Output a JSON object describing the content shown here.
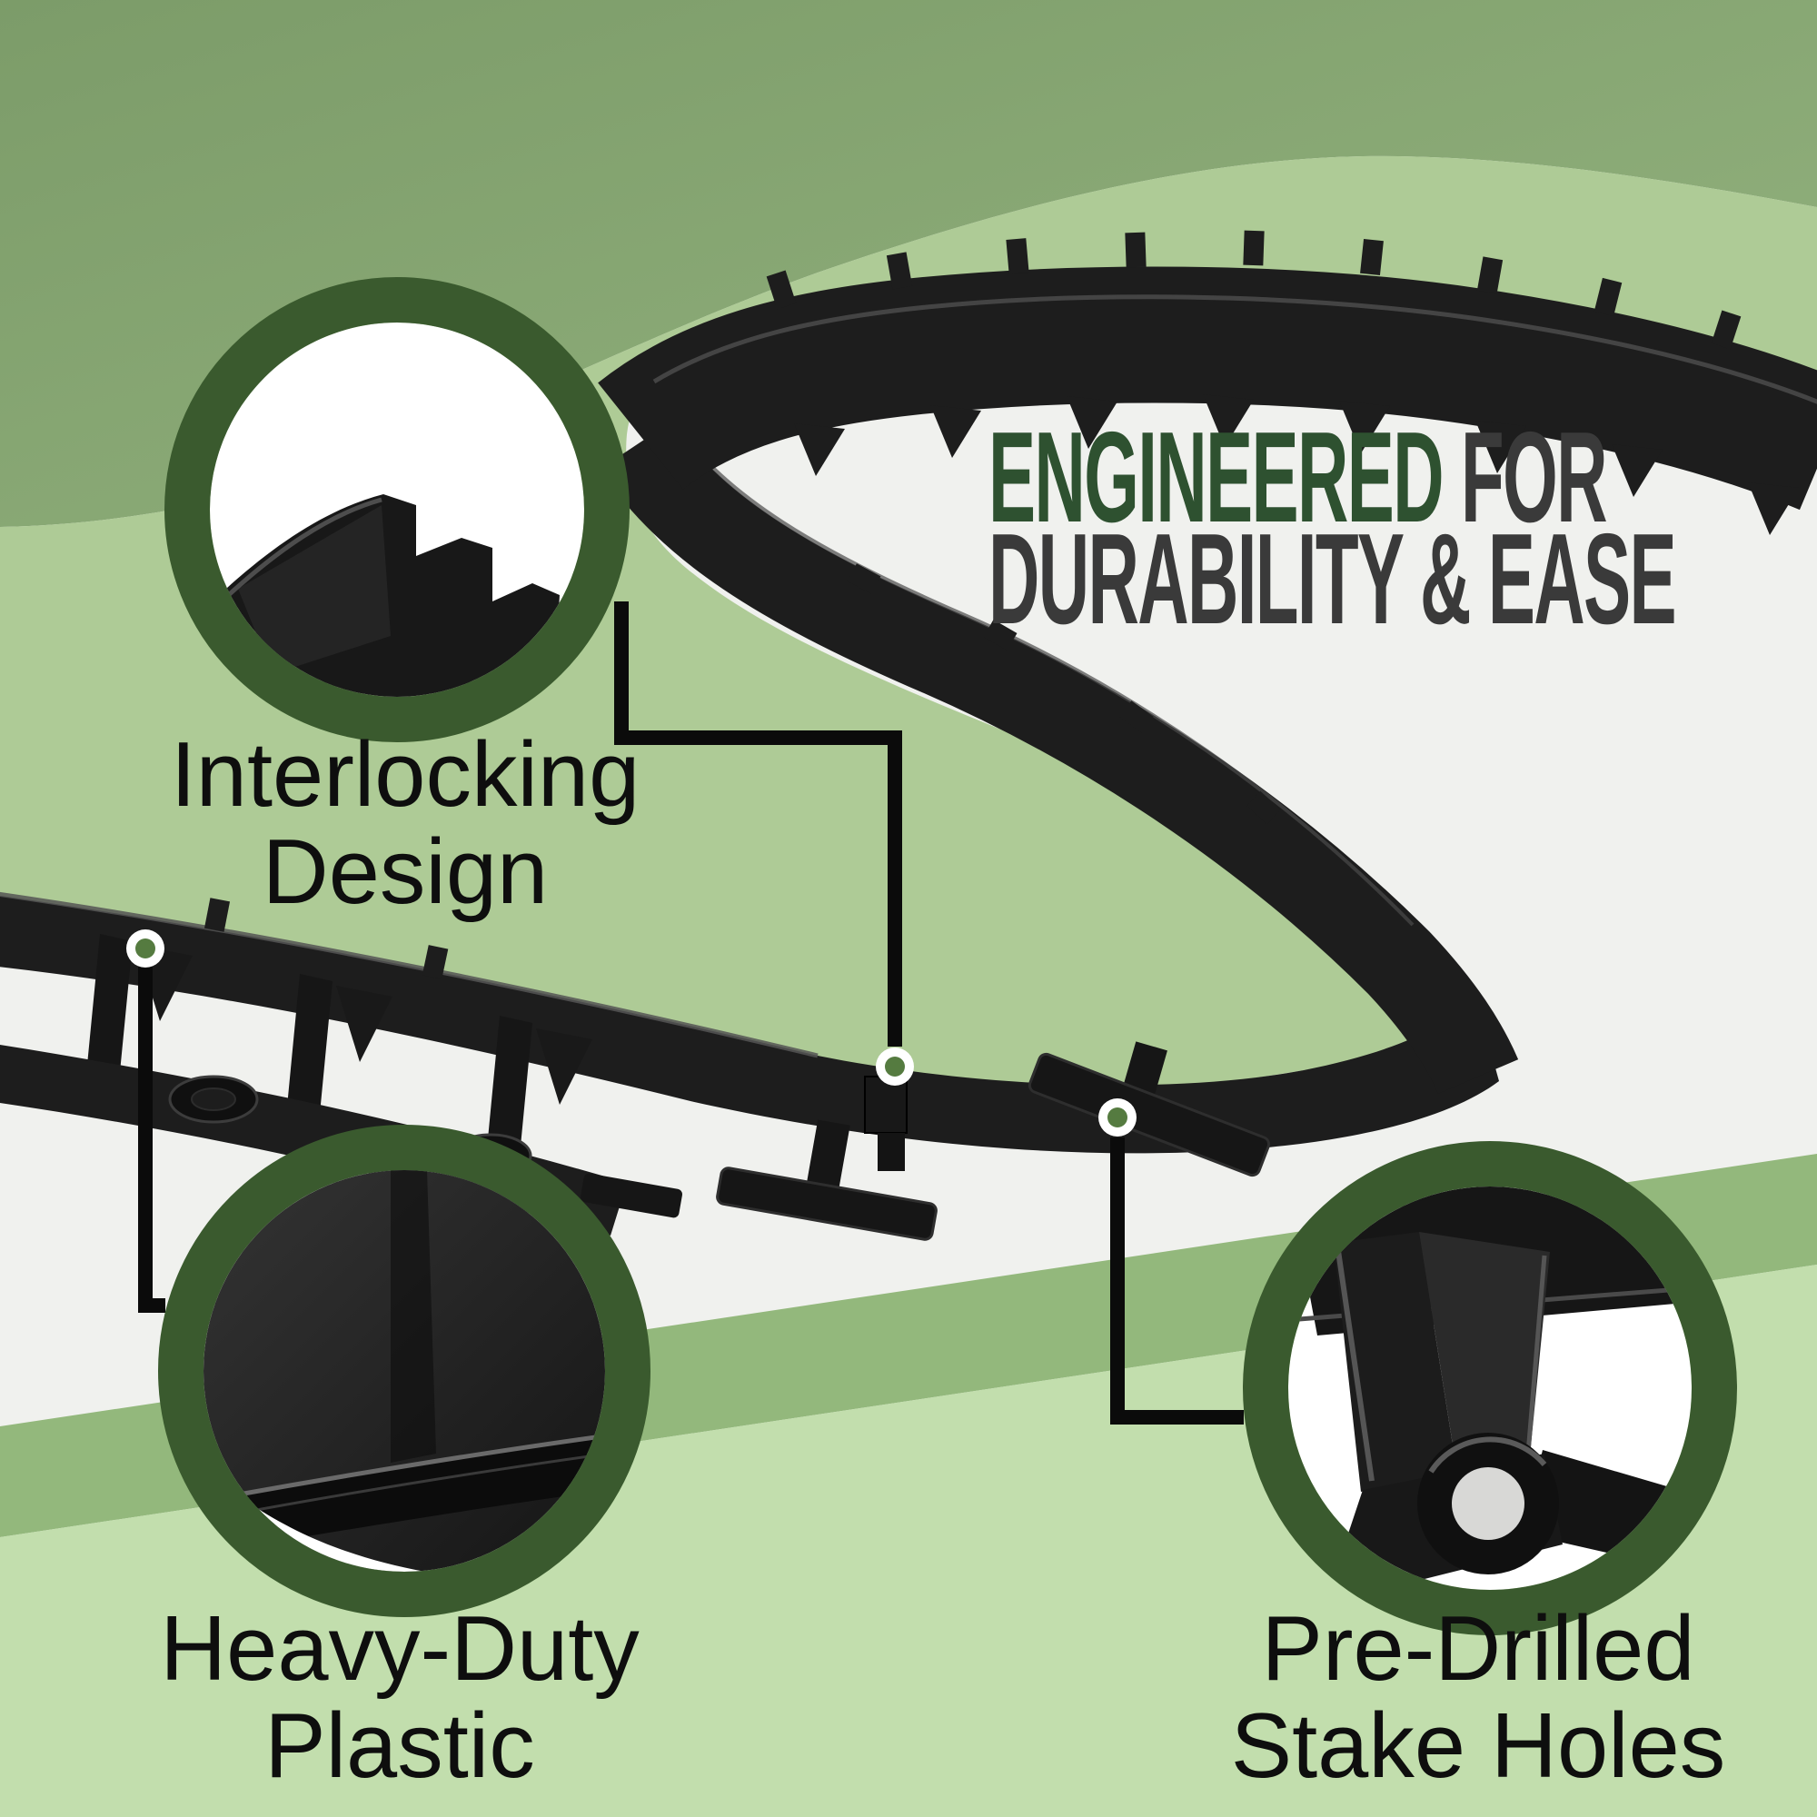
{
  "headline": {
    "accent": "ENGINEERED",
    "rest": " FOR",
    "line2": "DURABILITY & EASE"
  },
  "callouts": {
    "interlocking": {
      "line1": "Interlocking",
      "line2": "Design"
    },
    "heavy_duty": {
      "line1": "Heavy-Duty",
      "line2": "Plastic"
    },
    "stake_holes": {
      "line1": "Pre-Drilled",
      "line2": "Stake Holes"
    }
  },
  "colors": {
    "background_base": "#F0F1EE",
    "sage_green": "#7C9C69",
    "sage_green_light": "#94B37F",
    "swoosh_light_green": "#AECB96",
    "stripe_medium_green": "#93B87C",
    "stripe_light_green": "#C2DEAD",
    "circle_ring_green": "#3A5A2E",
    "marker_dot_green": "#557B40",
    "headline_green": "#2E5130",
    "headline_charcoal": "#3A3A3A",
    "label_text": "#0E0E0E",
    "plastic_black": "#1D1D1D",
    "leader_line_black": "#0B0B0B",
    "circle_fill_white": "#FFFFFF"
  }
}
